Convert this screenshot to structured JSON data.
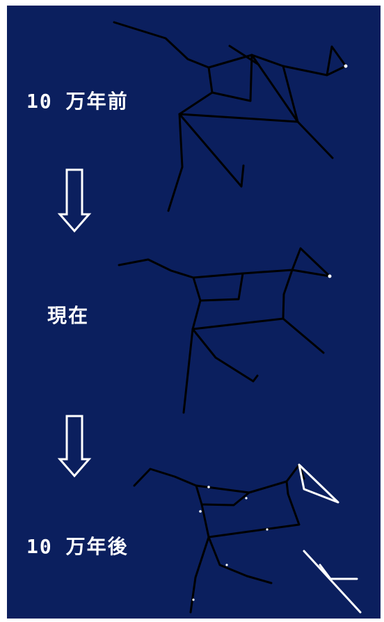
{
  "labels": {
    "past": "10 万年前",
    "present": "現在",
    "future": "10 万年後"
  },
  "colors": {
    "background": "#0b1f5e",
    "border": "#ffffff",
    "line": "#000000",
    "text": "#ffffff",
    "arrow": "#ffffff"
  },
  "arrows": [
    "down-arrow",
    "down-arrow"
  ]
}
